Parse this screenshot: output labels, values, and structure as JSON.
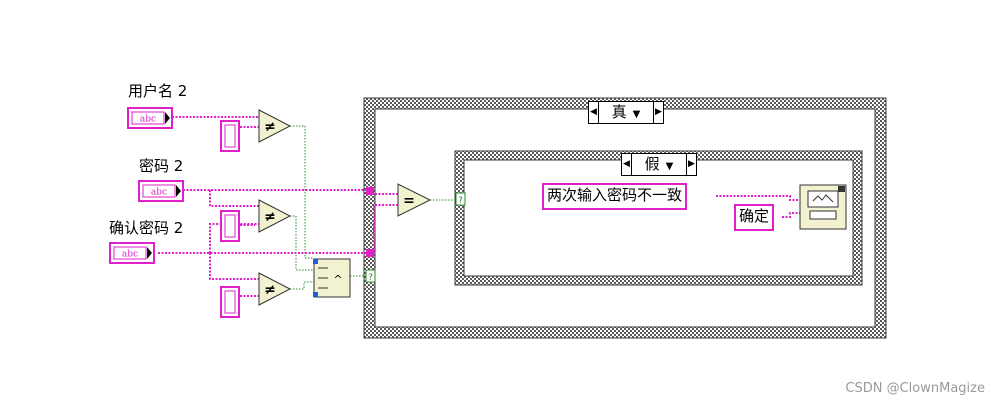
{
  "controls": {
    "username_label": "用户名 2",
    "password_label": "密码  2",
    "confirm_label": "确认密码 2",
    "string_tag": "abc"
  },
  "case_outer": {
    "selector": "真"
  },
  "case_inner": {
    "selector": "假"
  },
  "message_text": "两次输入密码不一致",
  "button_text": "确定",
  "watermark": "CSDN @ClownMagize",
  "colors": {
    "string_wire": "#e020c8",
    "bool_wire": "#1a7a1a",
    "compare_fill": "#f2f2d0",
    "case_border": "#6f6f6f"
  }
}
